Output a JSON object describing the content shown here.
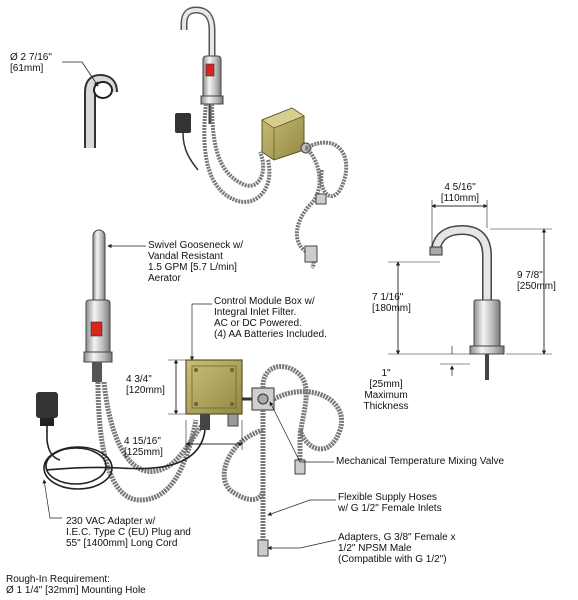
{
  "dimensions": {
    "aerator_diameter": [
      "Ø 2 7/16\"",
      "[61mm]"
    ],
    "spout_reach": [
      "4 5/16\"",
      "[110mm]"
    ],
    "overall_height": [
      "9 7/8\"",
      "[250mm]"
    ],
    "outlet_height": [
      "7 1/16\"",
      "[180mm]"
    ],
    "max_thickness": [
      "1\"",
      "[25mm]",
      "Maximum",
      "Thickness"
    ],
    "box_height": [
      "4 3/4\"",
      "[120mm]"
    ],
    "box_width": [
      "4 15/16\"",
      "[125mm]"
    ]
  },
  "callouts": {
    "gooseneck": [
      "Swivel Gooseneck w/",
      "Vandal Resistant",
      "1.5 GPM [5.7 L/min]",
      "Aerator"
    ],
    "control_box": [
      "Control Module Box w/",
      "Integral Inlet Filter.",
      "AC or DC Powered.",
      "(4) AA Batteries Included."
    ],
    "mixing_valve": [
      "Mechanical Temperature Mixing Valve"
    ],
    "hoses": [
      "Flexible Supply Hoses",
      "w/ G 1/2\" Female Inlets"
    ],
    "adapters": [
      "Adapters, G 3/8\" Female x",
      "1/2\" NPSM Male",
      "(Compatible with G 1/2\")"
    ],
    "power_adapter": [
      "230 VAC Adapter w/",
      "I.E.C. Type C (EU) Plug and",
      "55\" [1400mm] Long Cord"
    ],
    "rough_in": [
      "Rough-In Requirement:",
      "Ø 1 1/4\" [32mm] Mounting Hole"
    ]
  },
  "colors": {
    "line": "#222222",
    "chrome": "#c9c9c9",
    "box": "#b0a45a",
    "sensor": "#d9251c"
  }
}
